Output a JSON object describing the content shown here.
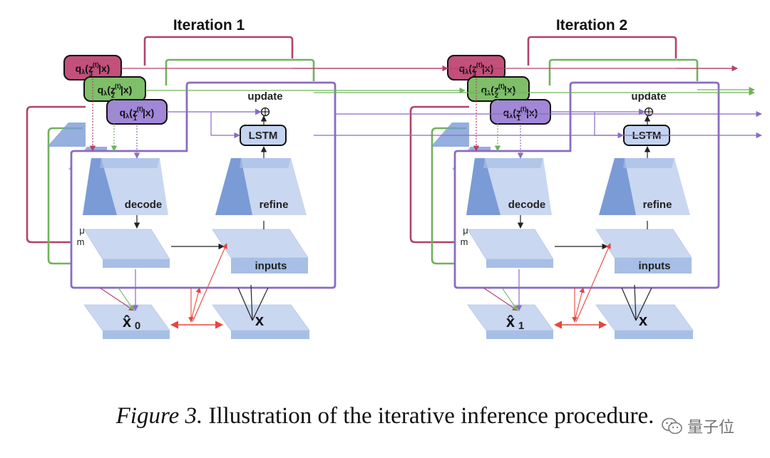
{
  "panels": [
    {
      "title": "Iteration 1",
      "q3": {
        "pre": "q",
        "lam": "λ",
        "z": "(z",
        "sub": "3",
        "sup": "(t)",
        "post": "|x)"
      },
      "q2": {
        "pre": "q",
        "lam": "λ",
        "z": "(z",
        "sub": "2",
        "sup": "(t)",
        "post": "|x)"
      },
      "q1": {
        "pre": "q",
        "lam": "λ",
        "z": "(z",
        "sub": "1",
        "sup": "(t)",
        "post": "|x)"
      },
      "update": "update",
      "lstm": "LSTM",
      "decode": "decode",
      "refine": "refine",
      "mu": "μ",
      "m": "m",
      "inputs": "inputs",
      "xhat": "x̂",
      "xhat_sub": "0",
      "x": "x"
    },
    {
      "title": "Iteration 2",
      "q3": {
        "pre": "q",
        "lam": "λ",
        "z": "(z",
        "sub": "3",
        "sup": "(t)",
        "post": "|x)"
      },
      "q2": {
        "pre": "q",
        "lam": "λ",
        "z": "(z",
        "sub": "2",
        "sup": "(t)",
        "post": "|x)"
      },
      "q1": {
        "pre": "q",
        "lam": "λ",
        "z": "(z",
        "sub": "1",
        "sup": "(t)",
        "post": "|x)"
      },
      "update": "update",
      "lstm": "LSTM",
      "decode": "decode",
      "refine": "refine",
      "mu": "μ",
      "m": "m",
      "inputs": "inputs",
      "xhat": "x̂",
      "xhat_sub": "1",
      "x": "x"
    }
  ],
  "caption": {
    "label": "Figure 3.",
    "text": "Illustration of the iterative inference procedure."
  },
  "watermark": {
    "text": "量子位",
    "icon": "wechat-icon"
  },
  "colors": {
    "red": "#b5416a",
    "green": "#6fb35b",
    "purple": "#8a6bc4",
    "blue_light": "#c9d7f0",
    "blue_mid": "#a7bfe6",
    "blue_dark": "#7b9bd6",
    "arrow_red": "#e8463c"
  }
}
